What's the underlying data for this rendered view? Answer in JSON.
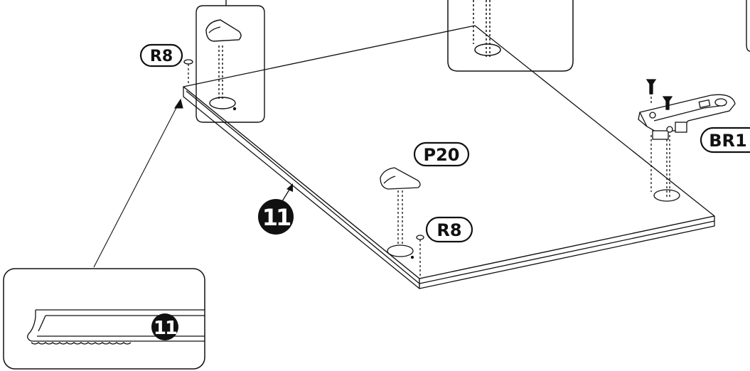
{
  "labels": {
    "r8_top": "R8",
    "r8_bottom": "R8",
    "p20": "P20",
    "br1": "BR1",
    "part_main": "11",
    "part_detail": "11"
  },
  "colors": {
    "line": "#111111",
    "background": "#ffffff",
    "badge_fill": "#111111",
    "badge_text": "#ffffff"
  }
}
